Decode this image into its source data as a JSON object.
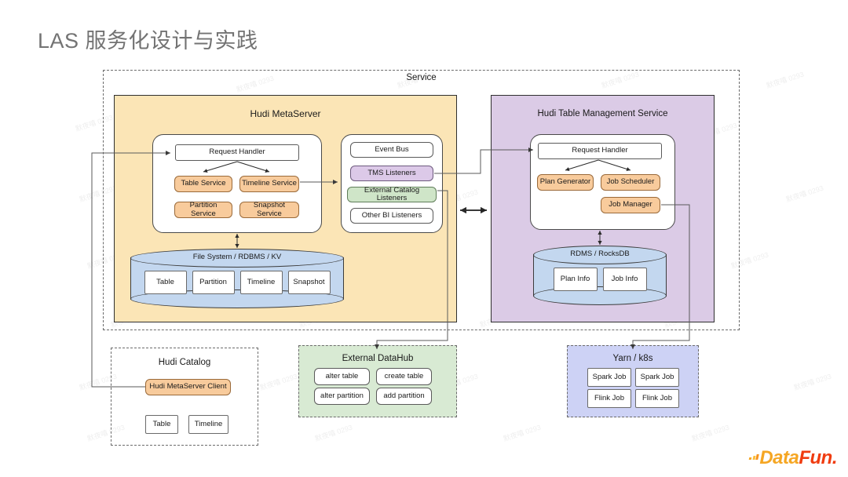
{
  "title": "LAS 服务化设计与实践",
  "service_panel": {
    "label": "Service"
  },
  "metaserver": {
    "label": "Hudi MetaServer",
    "request_handler": "Request Handler",
    "services": [
      "Table Service",
      "Timeline Service",
      "Partition Service",
      "Snapshot Service"
    ],
    "listeners": [
      "Event Bus",
      "TMS Listeners",
      "External Catalog Listeners",
      "Other BI Listeners"
    ],
    "storage": {
      "label": "File System /  RDBMS /  KV",
      "items": [
        "Table",
        "Partition",
        "Timeline",
        "Snapshot"
      ]
    }
  },
  "tms": {
    "label": "Hudi Table Management Service",
    "request_handler": "Request Handler",
    "components": [
      "Plan Generator",
      "Job Scheduler",
      "Job Manager"
    ],
    "storage": {
      "label": "RDMS / RocksDB",
      "items": [
        "Plan Info",
        "Job Info"
      ]
    }
  },
  "catalog": {
    "label": "Hudi Catalog",
    "client": "Hudi MetaServer Client",
    "items": [
      "Table",
      "Timeline"
    ]
  },
  "datahub": {
    "label": "External DataHub",
    "items": [
      "alter table",
      "create table",
      "alter partition",
      "add partition"
    ]
  },
  "runtime": {
    "label": "Yarn / k8s",
    "items": [
      "Spark Job",
      "Spark Job",
      "Flink Job",
      "Flink Job"
    ]
  },
  "logo": {
    "part1": "Data",
    "part2": "Fun."
  },
  "watermark": {
    "text": "默夜嘻 0293"
  },
  "colors": {
    "metaserver_panel": "#fbe5b6",
    "tms_panel": "#dbcbe6",
    "datahub_panel": "#d8ead3",
    "runtime_panel": "#cdd2f5",
    "node_orange": "#f8cb9c",
    "node_lilac": "#dcc9e8",
    "node_mint": "#cfe5c8",
    "cylinder": "#c3d7ef",
    "title_text": "#737373"
  }
}
